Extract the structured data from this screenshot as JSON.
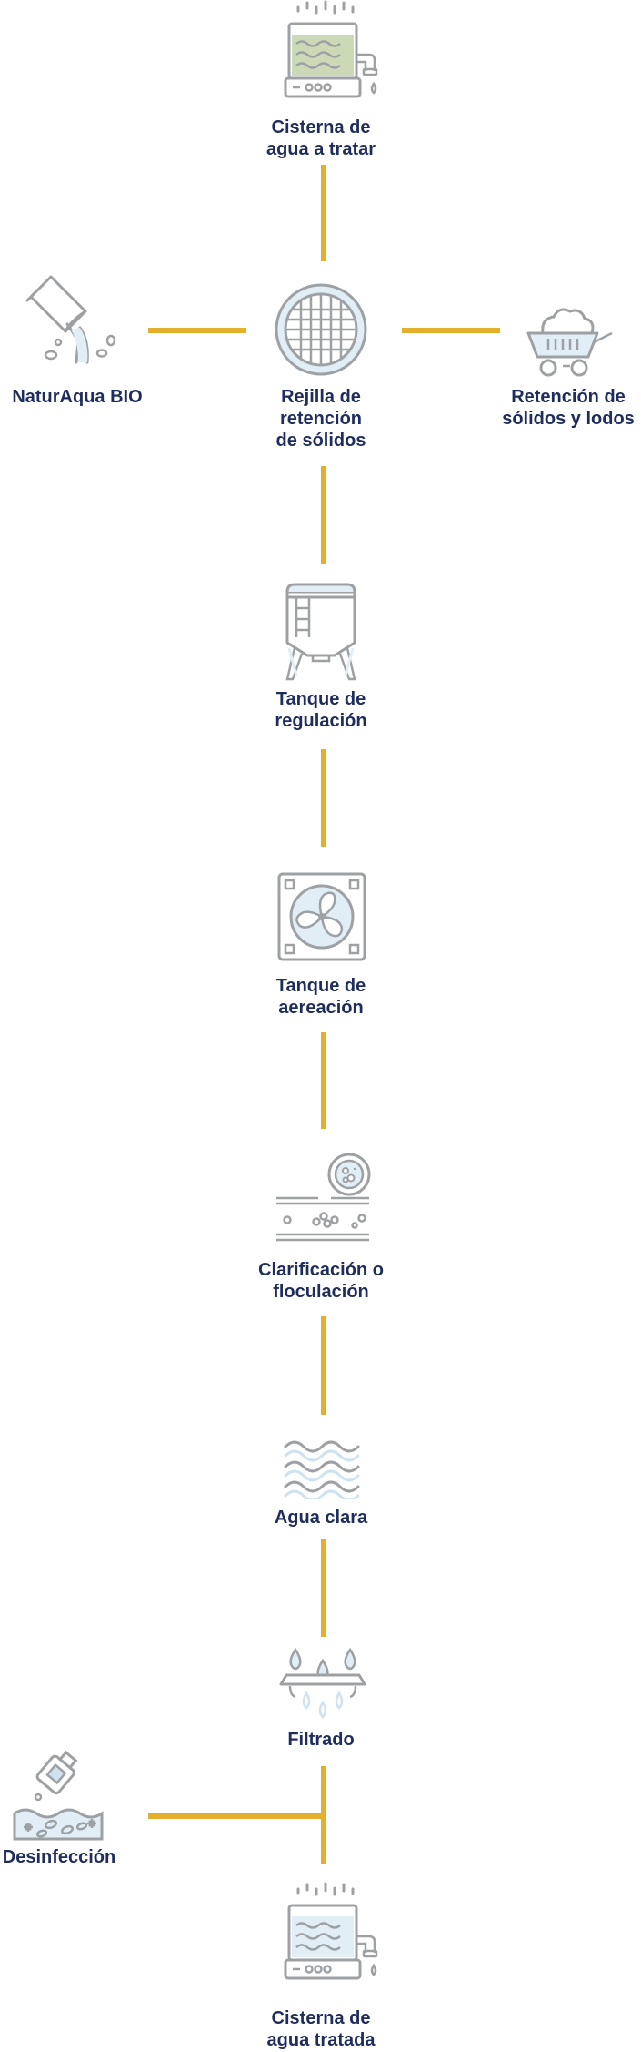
{
  "colors": {
    "connector": "#E4B02C",
    "label": "#1E2D5C",
    "icon_stroke": "#9EA1A4",
    "icon_fill_green": "#CBD9B7",
    "icon_fill_blue": "#E2EEF6"
  },
  "nodes": {
    "cisterna_tratar": {
      "icon": "water-tank-icon",
      "line1": "Cisterna de",
      "line2": "agua a tratar"
    },
    "rejilla": {
      "icon": "grate-icon",
      "line1": "Rejilla de",
      "line2": "retención",
      "line3": "de sólidos"
    },
    "naturaqua": {
      "icon": "pouring-bucket-icon",
      "line1": "NaturAqua BIO"
    },
    "retencion": {
      "icon": "wheelbarrow-icon",
      "line1": "Retención de",
      "line2": "sólidos y lodos"
    },
    "tanque_regulacion": {
      "icon": "silo-tank-icon",
      "line1": "Tanque de",
      "line2": "regulación"
    },
    "tanque_aereacion": {
      "icon": "fan-icon",
      "line1": "Tanque de",
      "line2": "aereación"
    },
    "clarificacion": {
      "icon": "sediment-icon",
      "line1": "Clarificación o",
      "line2": "floculación"
    },
    "agua_clara": {
      "icon": "waves-icon",
      "line1": "Agua clara"
    },
    "filtrado": {
      "icon": "filter-drops-icon",
      "line1": "Filtrado"
    },
    "desinfeccion": {
      "icon": "disinfection-icon",
      "line1": "Desinfección"
    },
    "cisterna_tratada": {
      "icon": "water-tank-icon",
      "line1": "Cisterna de",
      "line2": "agua tratada"
    }
  }
}
